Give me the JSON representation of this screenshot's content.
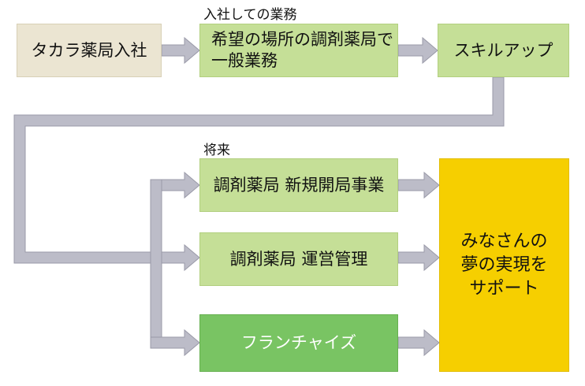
{
  "labels": {
    "current_work": "入社しての業務",
    "future": "将来"
  },
  "boxes": {
    "join": "タカラ薬局入社",
    "general_work_line1": "希望の場所の調剤薬局で",
    "general_work_line2": "一般業務",
    "skill_up": "スキルアップ",
    "new_store": "調剤薬局 新規開局事業",
    "management": "調剤薬局 運営管理",
    "franchise": "フランチャイズ",
    "dream_line1": "みなさんの",
    "dream_line2": "夢の実現を",
    "dream_line3": "サポート"
  },
  "colors": {
    "beige": "#ebe5d2",
    "light_green": "#c5df97",
    "dark_green": "#79c463",
    "yellow": "#f6cf00",
    "connector": "#bcbcc8"
  }
}
